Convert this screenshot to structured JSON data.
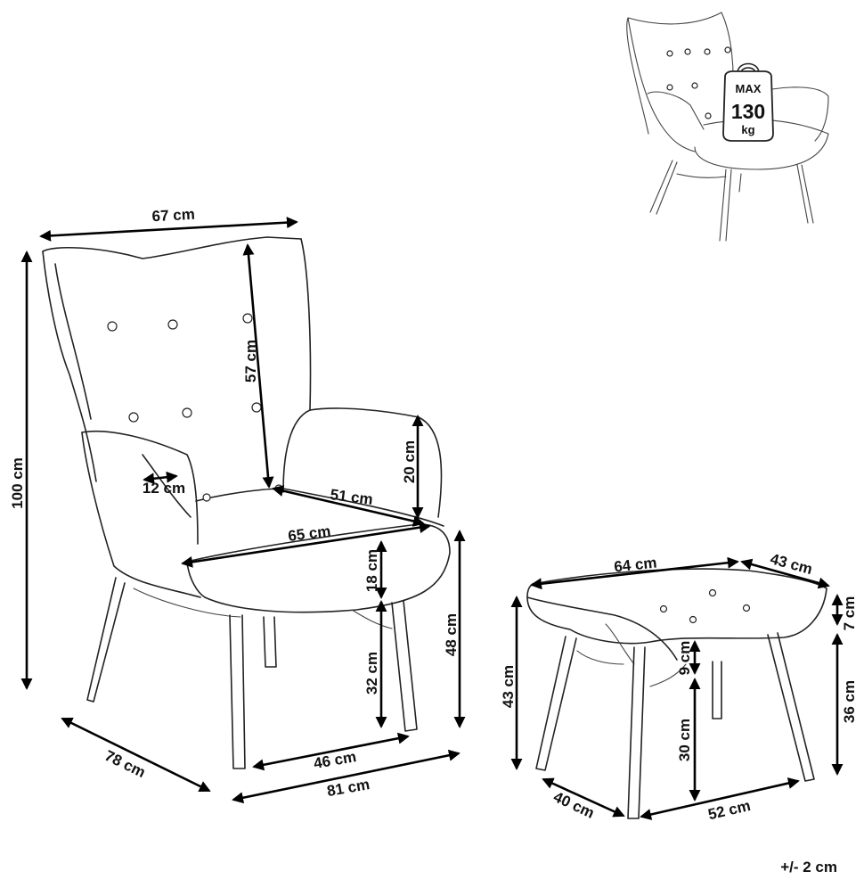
{
  "chair": {
    "width": "67 cm",
    "height": "100 cm",
    "depth": "78 cm",
    "base_width": "81 cm",
    "front_leg_span": "46 cm",
    "back_height": "57 cm",
    "arm_height": "20 cm",
    "arm_width": "12 cm",
    "seat_depth": "51 cm",
    "seat_width": "65 cm",
    "seat_cushion": "18 cm",
    "seat_leg_height": "32 cm",
    "seat_height": "48 cm"
  },
  "footstool": {
    "width": "64 cm",
    "depth": "43 cm",
    "cushion": "7 cm",
    "height": "43 cm",
    "frame": "9 cm",
    "leg_height": "30 cm",
    "top_height": "36 cm",
    "base_depth": "40 cm",
    "base_width": "52 cm"
  },
  "load_badge": {
    "max": "MAX",
    "weight": "130",
    "unit": "kg"
  },
  "tolerance": "+/- 2 cm"
}
